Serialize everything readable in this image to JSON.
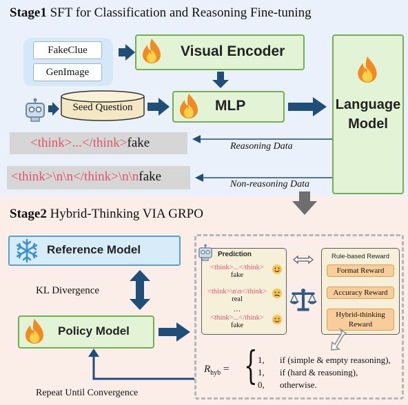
{
  "stage1": {
    "title_bold": "Stage1",
    "title_rest": "SFT for Classification and Reasoning Fine-tuning",
    "datasets": [
      "FakeClue",
      "GenImage"
    ],
    "seed_question": "Seed Question",
    "visual_encoder": "Visual Encoder",
    "mlp": "MLP",
    "language_model_line1": "Language",
    "language_model_line2": "Model",
    "reasoning_sample": {
      "tag": "<think>...</think>",
      "label": "fake"
    },
    "reasoning_data_label": "Reasoning Data",
    "nonreasoning_sample": {
      "tag": "<think>\\n\\n</think>\\n\\n",
      "label": "fake"
    },
    "nonreasoning_data_label": "Non-reasoning Data"
  },
  "stage2": {
    "title_bold": "Stage2",
    "title_rest": "Hybrid-Thinking VIA GRPO",
    "reference_model": "Reference Model",
    "kl_divergence": "KL Divergence",
    "policy_model": "Policy Model",
    "repeat_label": "Repeat Until Convergence",
    "prediction": {
      "title": "Prediction",
      "items": [
        {
          "tag": "<think>...</think>",
          "label": "fake"
        },
        {
          "tag": "<think>\\n\\n</think>",
          "label": "real"
        },
        {
          "tag": "…",
          "label": ""
        },
        {
          "tag": "<think>...</think>",
          "label": "fake"
        }
      ]
    },
    "reward": {
      "title": "Rule-based Reward",
      "items": [
        "Format Reward",
        "Accuracy Reward",
        "Hybrid-thinking Reward"
      ]
    },
    "formula": {
      "lhs": "R",
      "sub": "hyb",
      "cases": [
        {
          "value": "1,",
          "condition": "if (simple & empty reasoning),"
        },
        {
          "value": "1,",
          "condition": "if (hard & reasoning),"
        },
        {
          "value": "0,",
          "condition": "otherwise."
        }
      ]
    }
  },
  "colors": {
    "stage1_bg": "#eaf1fa",
    "stage2_bg": "#fbeee9",
    "module_green": "#e3f3d6",
    "module_border": "#74ad52",
    "arrow_blue": "#1f4e79",
    "tag_red": "#e0556a",
    "reward_orange": "#f8cd9c"
  },
  "icons": [
    "fire-icon",
    "robot-icon",
    "snowflake-icon",
    "scale-icon",
    "emoji-icon"
  ]
}
